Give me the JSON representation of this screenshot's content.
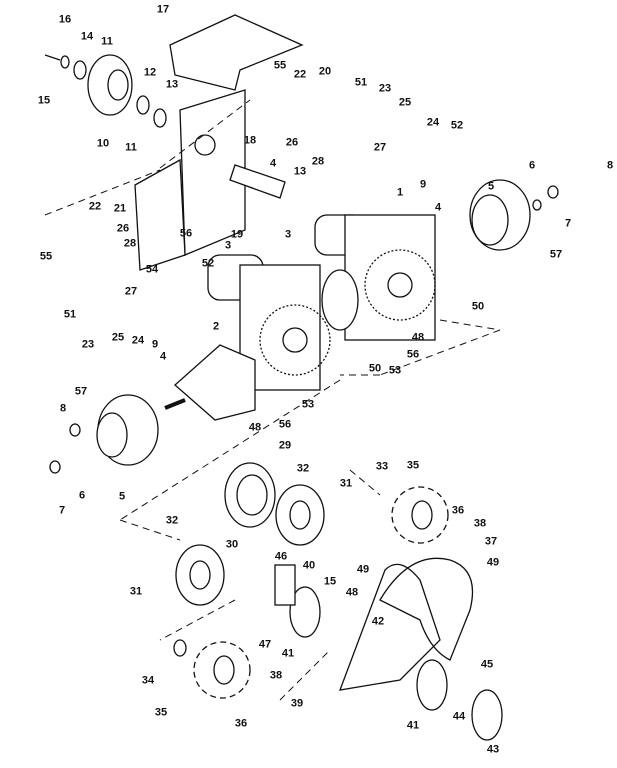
{
  "title": "Exploded parts diagram",
  "callouts": [
    "16",
    "14",
    "11",
    "15",
    "12",
    "13",
    "10",
    "11",
    "17",
    "55",
    "22",
    "20",
    "51",
    "23",
    "25",
    "24",
    "52",
    "26",
    "28",
    "27",
    "18",
    "4",
    "13",
    "6",
    "8",
    "5",
    "7",
    "57",
    "1",
    "9",
    "4",
    "3",
    "19",
    "22",
    "21",
    "26",
    "28",
    "56",
    "3",
    "55",
    "54",
    "52",
    "27",
    "51",
    "23",
    "25",
    "24",
    "9",
    "2",
    "4",
    "50",
    "48",
    "56",
    "53",
    "50",
    "57",
    "8",
    "48",
    "56",
    "53",
    "7",
    "6",
    "5",
    "29",
    "32",
    "31",
    "33",
    "35",
    "36",
    "38",
    "37",
    "32",
    "30",
    "46",
    "40",
    "49",
    "49",
    "15",
    "48",
    "31",
    "47",
    "41",
    "42",
    "34",
    "35",
    "38",
    "36",
    "39",
    "45",
    "44",
    "41",
    "43"
  ]
}
